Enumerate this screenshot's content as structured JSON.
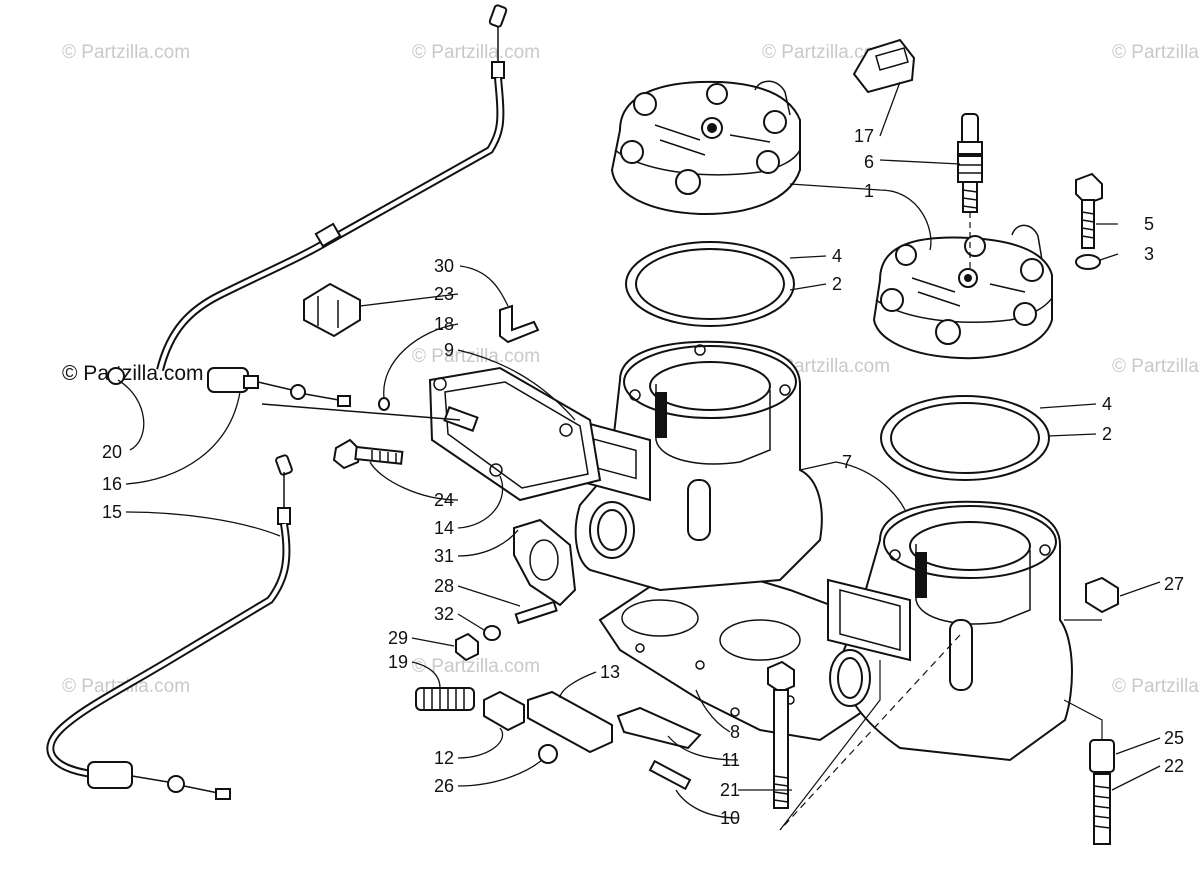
{
  "watermark": "© Partzilla.com",
  "callouts": {
    "n17": "17",
    "n6": "6",
    "n1": "1",
    "n5": "5",
    "n3": "3",
    "n4a": "4",
    "n2a": "2",
    "n30": "30",
    "n23": "23",
    "n18": "18",
    "n9": "9",
    "n4b": "4",
    "n2b": "2",
    "n7": "7",
    "n20": "20",
    "n16": "16",
    "n15": "15",
    "n24": "24",
    "n14": "14",
    "n31": "31",
    "n28": "28",
    "n32": "32",
    "n29": "29",
    "n19": "19",
    "n13": "13",
    "n27": "27",
    "n8": "8",
    "n12": "12",
    "n11": "11",
    "n26": "26",
    "n21": "21",
    "n25": "25",
    "n22": "22",
    "n10": "10"
  },
  "icons": {
    "cylinder_head": "cylinder-head-icon",
    "cylinder": "cylinder-icon",
    "gasket": "head-gasket-icon",
    "cable": "control-cable-icon",
    "spark_plug": "spark-plug-icon"
  }
}
